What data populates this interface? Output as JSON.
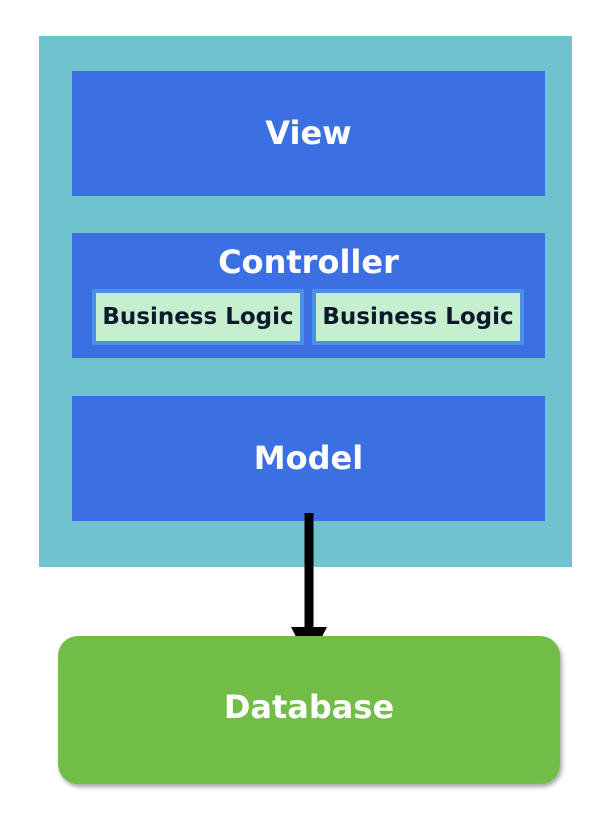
{
  "diagram": {
    "layers": {
      "view": "View",
      "controller": "Controller",
      "model": "Model"
    },
    "controller_components": [
      "Business Logic",
      "Business Logic"
    ],
    "database": "Database",
    "connection": {
      "from": "Model",
      "to": "Database"
    }
  },
  "colors": {
    "container": "#6ec3cf",
    "layer": "#3c70e2",
    "business_logic": "#c6efcf",
    "business_logic_border": "#4a90e8",
    "database": "#72bc48",
    "arrow": "#000000"
  }
}
